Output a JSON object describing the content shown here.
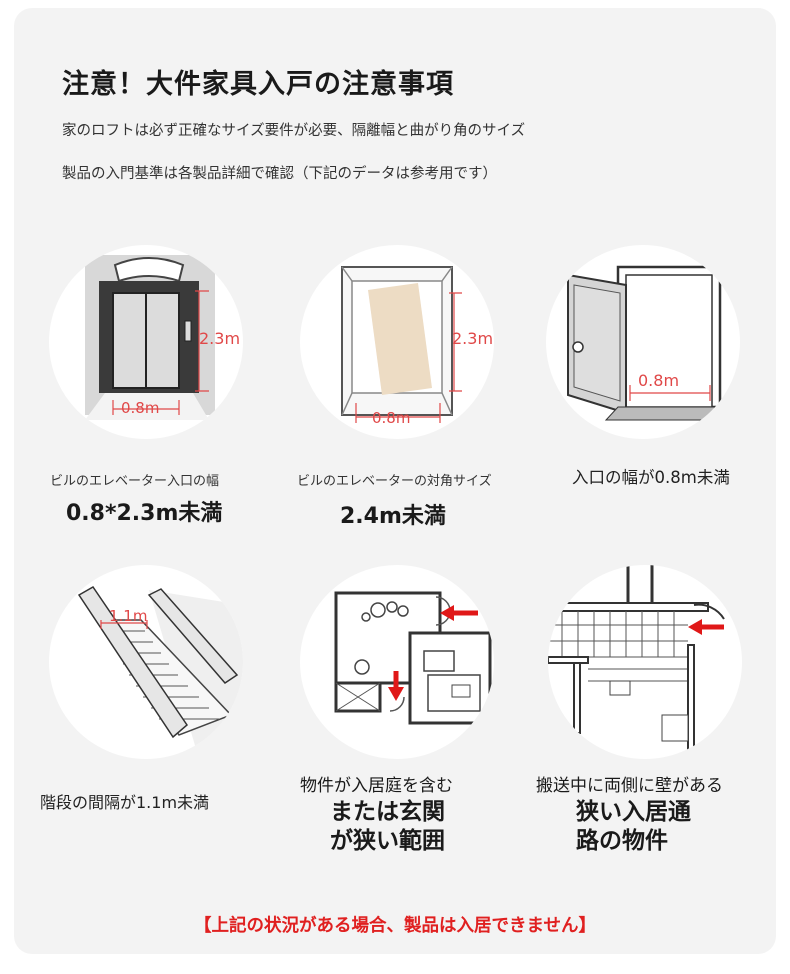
{
  "header": {
    "title": "注意！大件家具入戸の注意事項",
    "line1": "家のロフトは必ず正確なサイズ要件が必要、隔離幅と曲がり角のサイズ",
    "line2": "製品の入門基準は各製品詳細で確認（下記のデータは参考用です）"
  },
  "items": [
    {
      "icon": "elevator-door-icon",
      "dim_height": "2.3m",
      "dim_width": "0.8m",
      "caption_small": "ビルのエレベーター入口の幅",
      "caption_big": "0.8*2.3m未満"
    },
    {
      "icon": "elevator-diagonal-icon",
      "dim_height": "2.3m",
      "dim_width": "0.8m",
      "caption_small": "ビルのエレベーターの対角サイズ",
      "caption_big": "2.4m未満"
    },
    {
      "icon": "open-door-icon",
      "dim_width": "0.8m",
      "caption": "入口の幅が0.8m未満"
    },
    {
      "icon": "staircase-icon",
      "dim_width": "1.1m",
      "caption": "階段の間隔が1.1m未満"
    },
    {
      "icon": "floor-plan-icon",
      "caption_lines": [
        "物件が入居庭を含む",
        "または玄関",
        "が狭い範囲"
      ]
    },
    {
      "icon": "narrow-corridor-icon",
      "caption_lines": [
        "搬送中に両側に壁がある",
        "狭い入居通",
        "路の物件"
      ]
    }
  ],
  "footer": {
    "notice": "【上記の状況がある場合、製品は入居できません】"
  },
  "colors": {
    "background": "#f3f3f3",
    "circle": "#ffffff",
    "dimension_line": "#e04848",
    "arrow": "#e01818",
    "notice_text": "#e02020"
  }
}
